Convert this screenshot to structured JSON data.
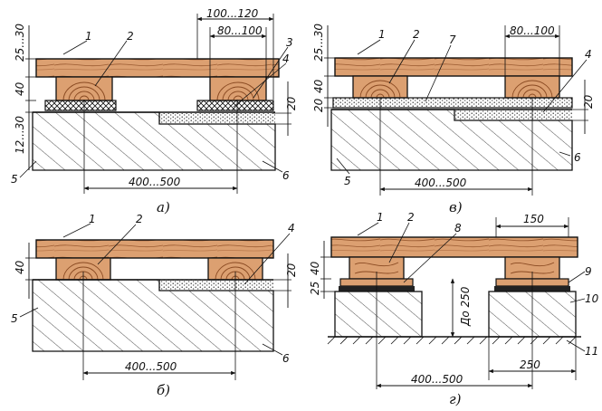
{
  "colors": {
    "wood": "#dca071",
    "wood_dark": "#a8643a",
    "joist_ring": "#8a4a22",
    "line": "#111111",
    "concrete": "#ffffff",
    "paper": "#ffffff"
  },
  "icons": [
    "wood-grain",
    "joist-rings",
    "hatch",
    "dots",
    "crosshatch"
  ],
  "panel_a": {
    "caption": "а)",
    "callouts": [
      "1",
      "2",
      "3",
      "4",
      "5",
      "6"
    ],
    "dims": {
      "board": "25...30",
      "joist": "40",
      "base": "12...30",
      "pad": "20",
      "outer_width": "100...120",
      "inner_width": "80...100",
      "span": "400...500"
    }
  },
  "panel_b": {
    "caption": "б)",
    "callouts": [
      "1",
      "2",
      "4",
      "5",
      "6"
    ],
    "dims": {
      "joist": "40",
      "pad": "20",
      "span": "400...500"
    }
  },
  "panel_v": {
    "caption": "в)",
    "callouts": [
      "1",
      "2",
      "7",
      "4",
      "5",
      "6"
    ],
    "dims": {
      "board": "25...30",
      "joist": "40",
      "layer": "20",
      "pad": "20",
      "inner_width": "80...100",
      "span": "400...500"
    }
  },
  "panel_g": {
    "caption": "г)",
    "callouts": [
      "1",
      "2",
      "8",
      "9",
      "10",
      "11"
    ],
    "dims": {
      "joist": "40",
      "pad": "25",
      "height": "До 250",
      "top_width": "150",
      "span": "400...500",
      "post_width": "250"
    }
  }
}
